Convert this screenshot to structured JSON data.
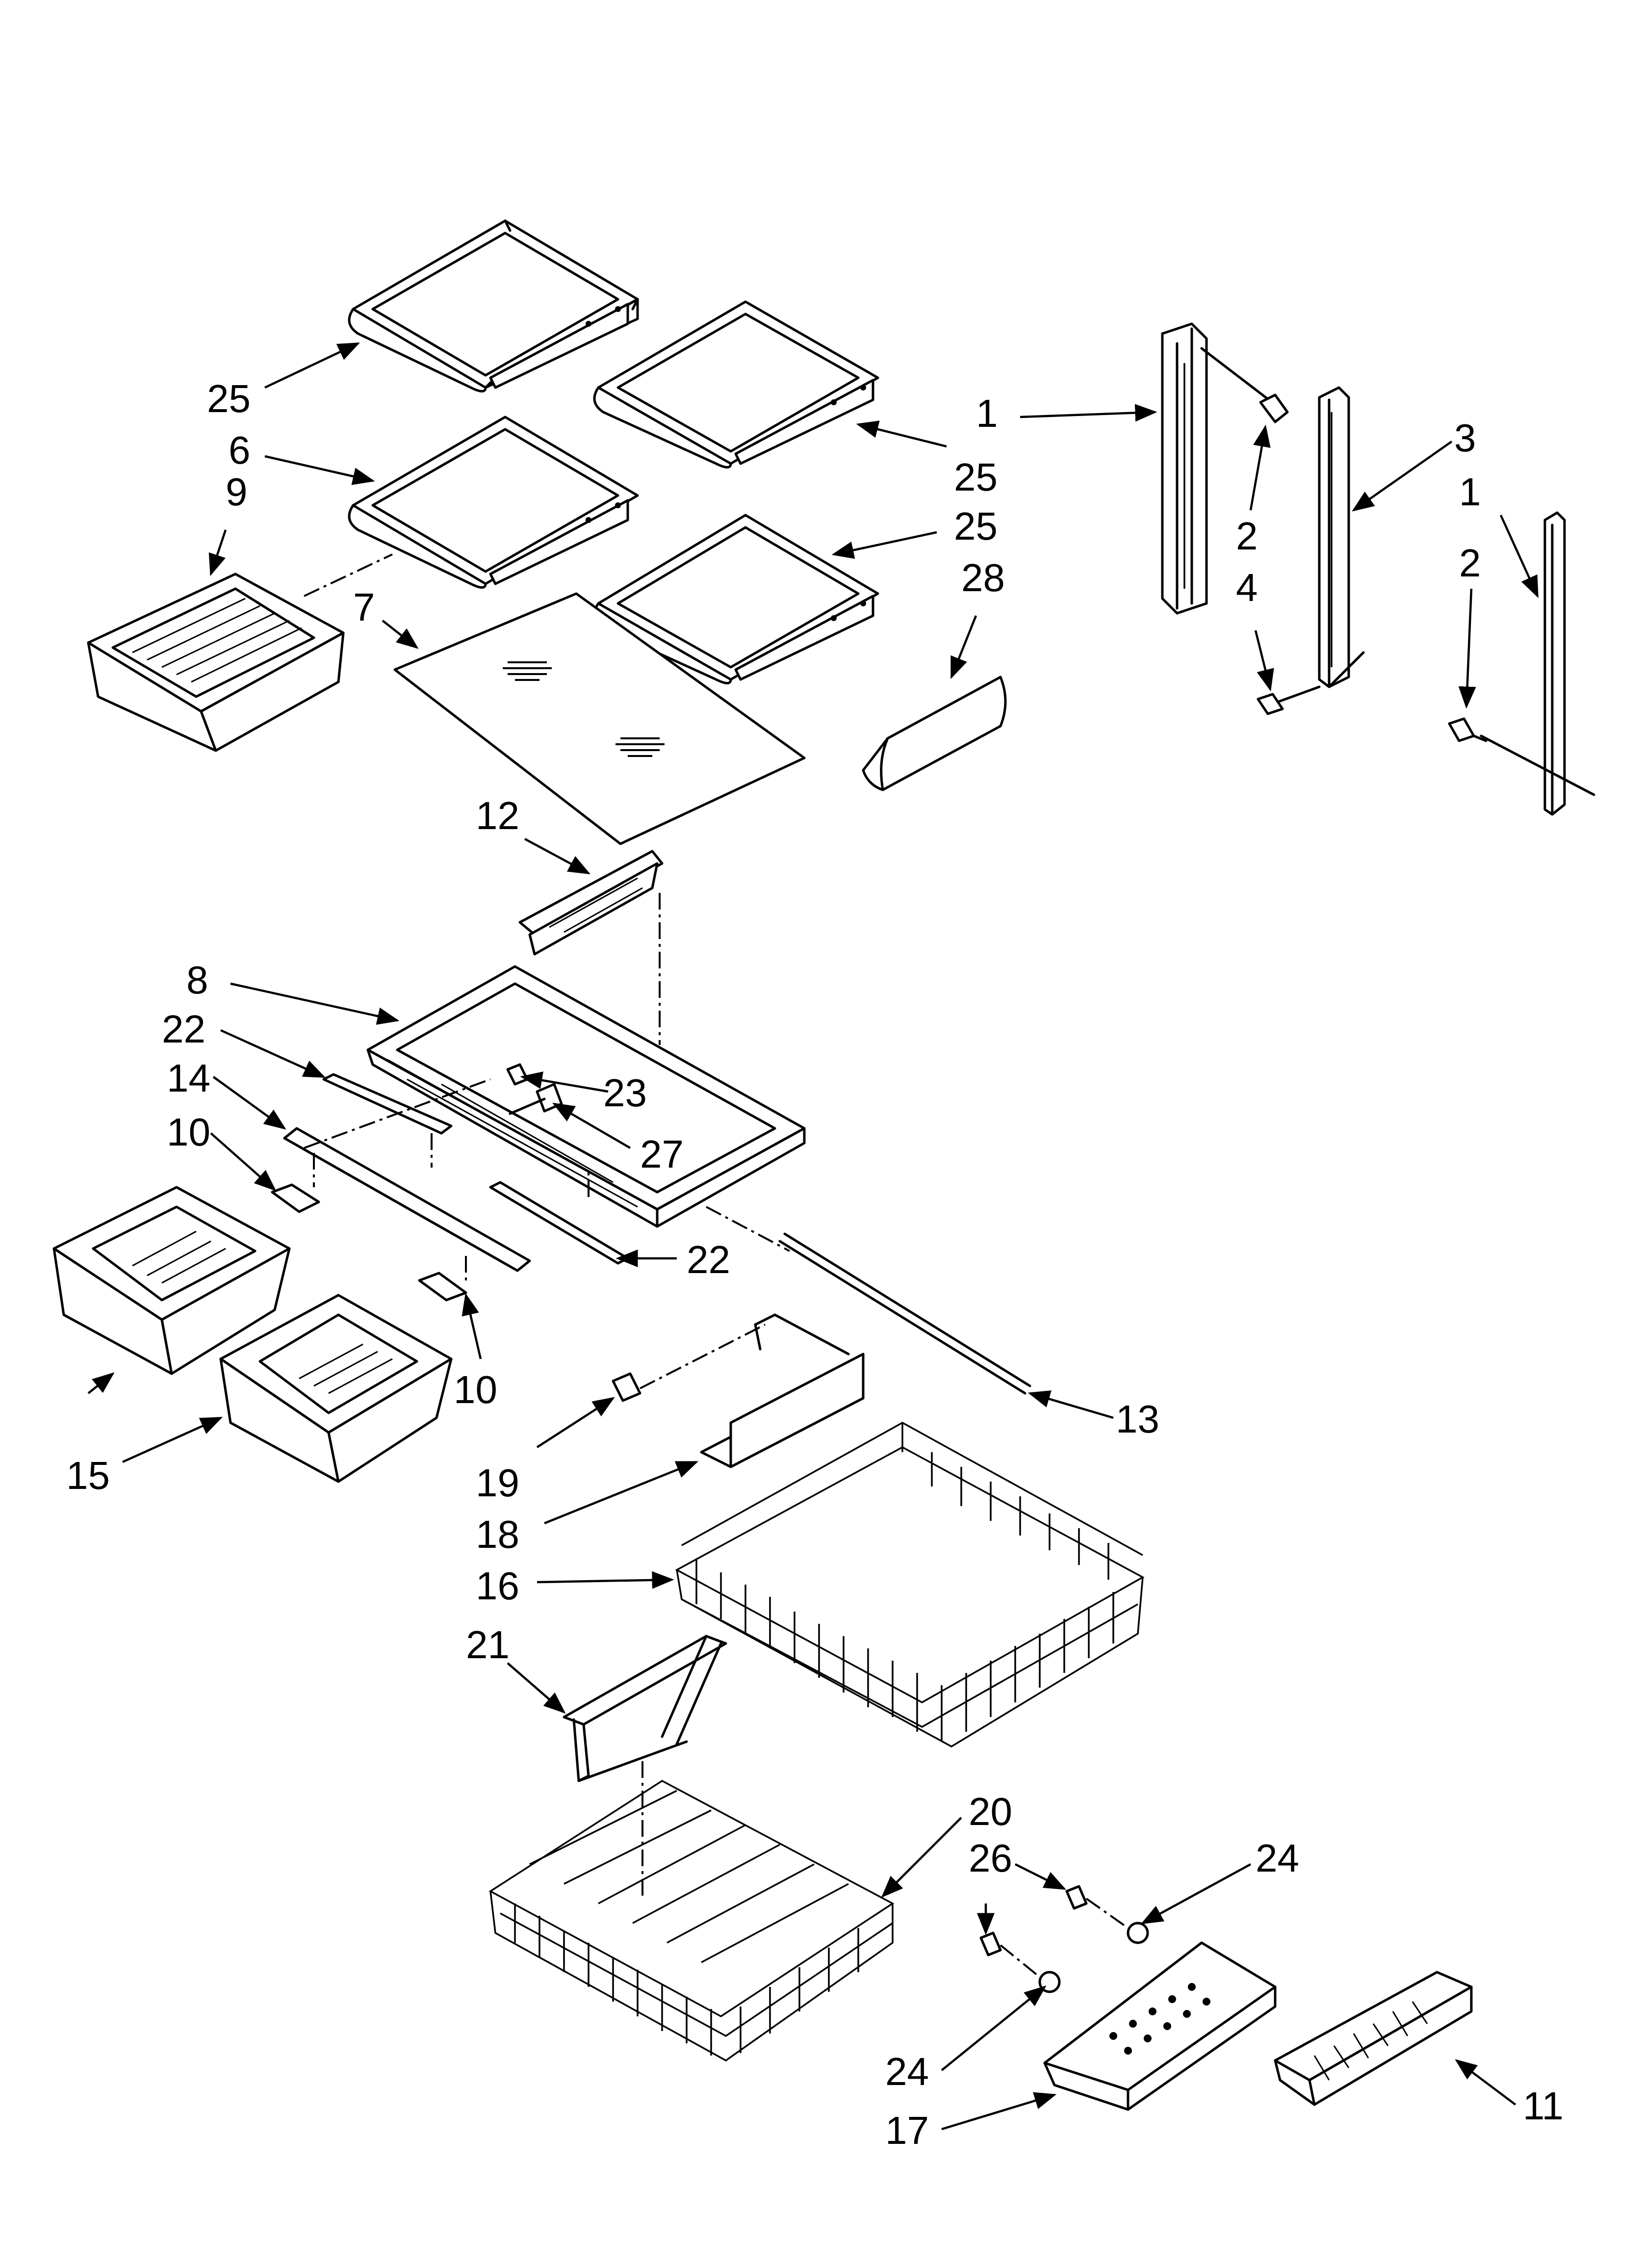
{
  "callouts": {
    "c1a": "1",
    "c1b": "1",
    "c2a": "2",
    "c2b": "2",
    "c3": "3",
    "c4": "4",
    "c6": "6",
    "c7": "7",
    "c8": "8",
    "c9": "9",
    "c10a": "10",
    "c10b": "10",
    "c11": "11",
    "c12": "12",
    "c13": "13",
    "c14": "14",
    "c15": "15",
    "c16": "16",
    "c17": "17",
    "c18": "18",
    "c19": "19",
    "c20": "20",
    "c21": "21",
    "c22a": "22",
    "c22b": "22",
    "c23": "23",
    "c24a": "24",
    "c24b": "24",
    "c25a": "25",
    "c25b": "25",
    "c25c": "25",
    "c26": "26",
    "c27": "27",
    "c28": "28"
  }
}
